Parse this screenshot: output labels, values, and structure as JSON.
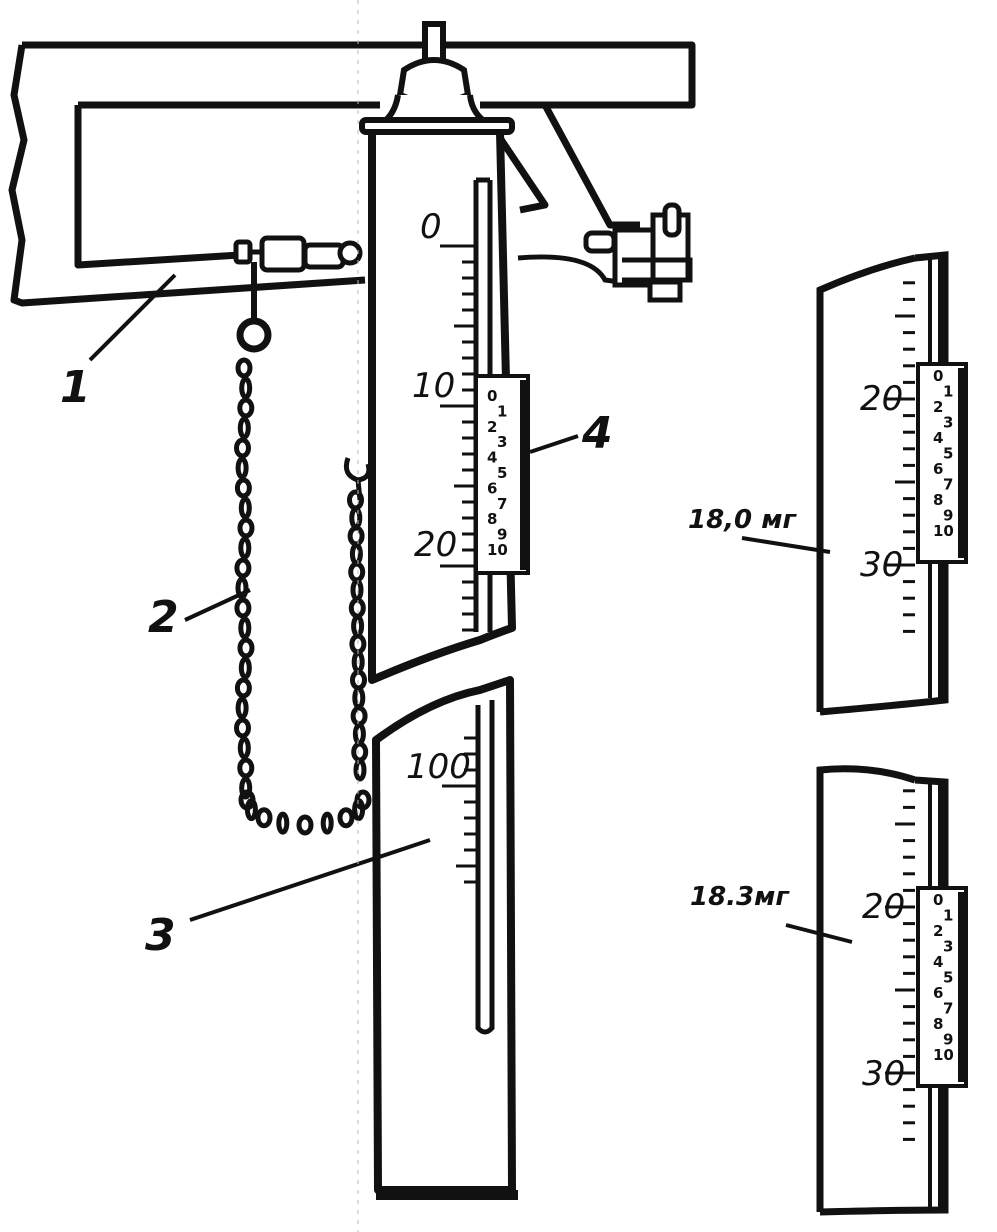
{
  "callouts": {
    "c1": "1",
    "c2": "2",
    "c3": "3",
    "c4": "4"
  },
  "main_scale": {
    "labels": [
      "0",
      "10",
      "20"
    ],
    "lower_label": "100"
  },
  "vernier_digits": [
    "0",
    "1",
    "2",
    "3",
    "4",
    "5",
    "6",
    "7",
    "8",
    "9",
    "10"
  ],
  "detail_top": {
    "reading": "18,0 мг",
    "labels": [
      "20",
      "30"
    ]
  },
  "detail_bottom": {
    "reading": "18.3мг",
    "labels": [
      "20",
      "30"
    ]
  },
  "colors": {
    "ink": "#111111",
    "paper": "#ffffff"
  }
}
